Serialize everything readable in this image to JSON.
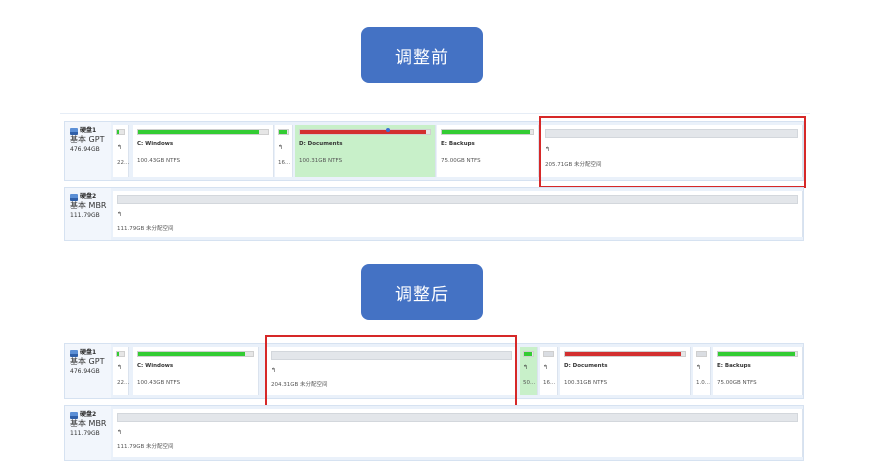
{
  "headers": {
    "before": "调整前",
    "after": "调整后"
  },
  "colors": {
    "title_bg": "#4472c4",
    "used_green": "#33cc33",
    "used_red": "#d32f2f",
    "highlight": "#d62828",
    "selected_partition": "#c8f0c9"
  },
  "before": {
    "disk1": {
      "name": "硬盘1",
      "type": "基本 GPT",
      "size": "476.94GB",
      "partitions": [
        {
          "name": "",
          "info": "",
          "small_top": "",
          "small_bottom": "",
          "usage": 0.35
        },
        {
          "name": "",
          "info": "",
          "small_top": "↰",
          "small_bottom": "22...",
          "usage": 0
        },
        {
          "name": "C: Windows",
          "info": "100.43GB NTFS",
          "usage": 0.93
        },
        {
          "name": "",
          "info": "",
          "small_top": "↰",
          "small_bottom": "16...",
          "usage": 0.9
        },
        {
          "name": "D: Documents",
          "info": "100.31GB NTFS",
          "usage": 0.97,
          "selected": true
        },
        {
          "name": "E: Backups",
          "info": "75.00GB NTFS",
          "usage": 0.97
        },
        {
          "name": "↰",
          "info": "205.71GB 未分配空间",
          "unallocated": true
        }
      ]
    },
    "disk2": {
      "name": "硬盘2",
      "type": "基本 MBR",
      "size": "111.79GB",
      "partitions": [
        {
          "name": "↰",
          "info": "111.79GB 未分配空间",
          "unallocated": true
        }
      ]
    }
  },
  "after": {
    "disk1": {
      "name": "硬盘1",
      "type": "基本 GPT",
      "size": "476.94GB",
      "partitions": [
        {
          "small_top": "",
          "small_bottom": "",
          "usage": 0.35
        },
        {
          "small_top": "↰",
          "small_bottom": "22...",
          "usage": 0
        },
        {
          "name": "C: Windows",
          "info": "100.43GB NTFS",
          "usage": 0.93
        },
        {
          "name": "↰",
          "info": "204.31GB 未分配空间",
          "unallocated": true
        },
        {
          "small_top": "↰",
          "small_bottom": "50...",
          "usage": 0.9,
          "selected": true
        },
        {
          "small_top": "↰",
          "small_bottom": "16...",
          "usage": 0
        },
        {
          "name": "D: Documents",
          "info": "100.31GB NTFS",
          "usage": 0.97
        },
        {
          "small_top": "↰",
          "small_bottom": "1.0...",
          "usage": 0
        },
        {
          "name": "E: Backups",
          "info": "75.00GB NTFS",
          "usage": 0.97
        }
      ]
    },
    "disk2": {
      "name": "硬盘2",
      "type": "基本 MBR",
      "size": "111.79GB",
      "partitions": [
        {
          "name": "↰",
          "info": "111.79GB 未分配空间",
          "unallocated": true
        }
      ]
    }
  }
}
